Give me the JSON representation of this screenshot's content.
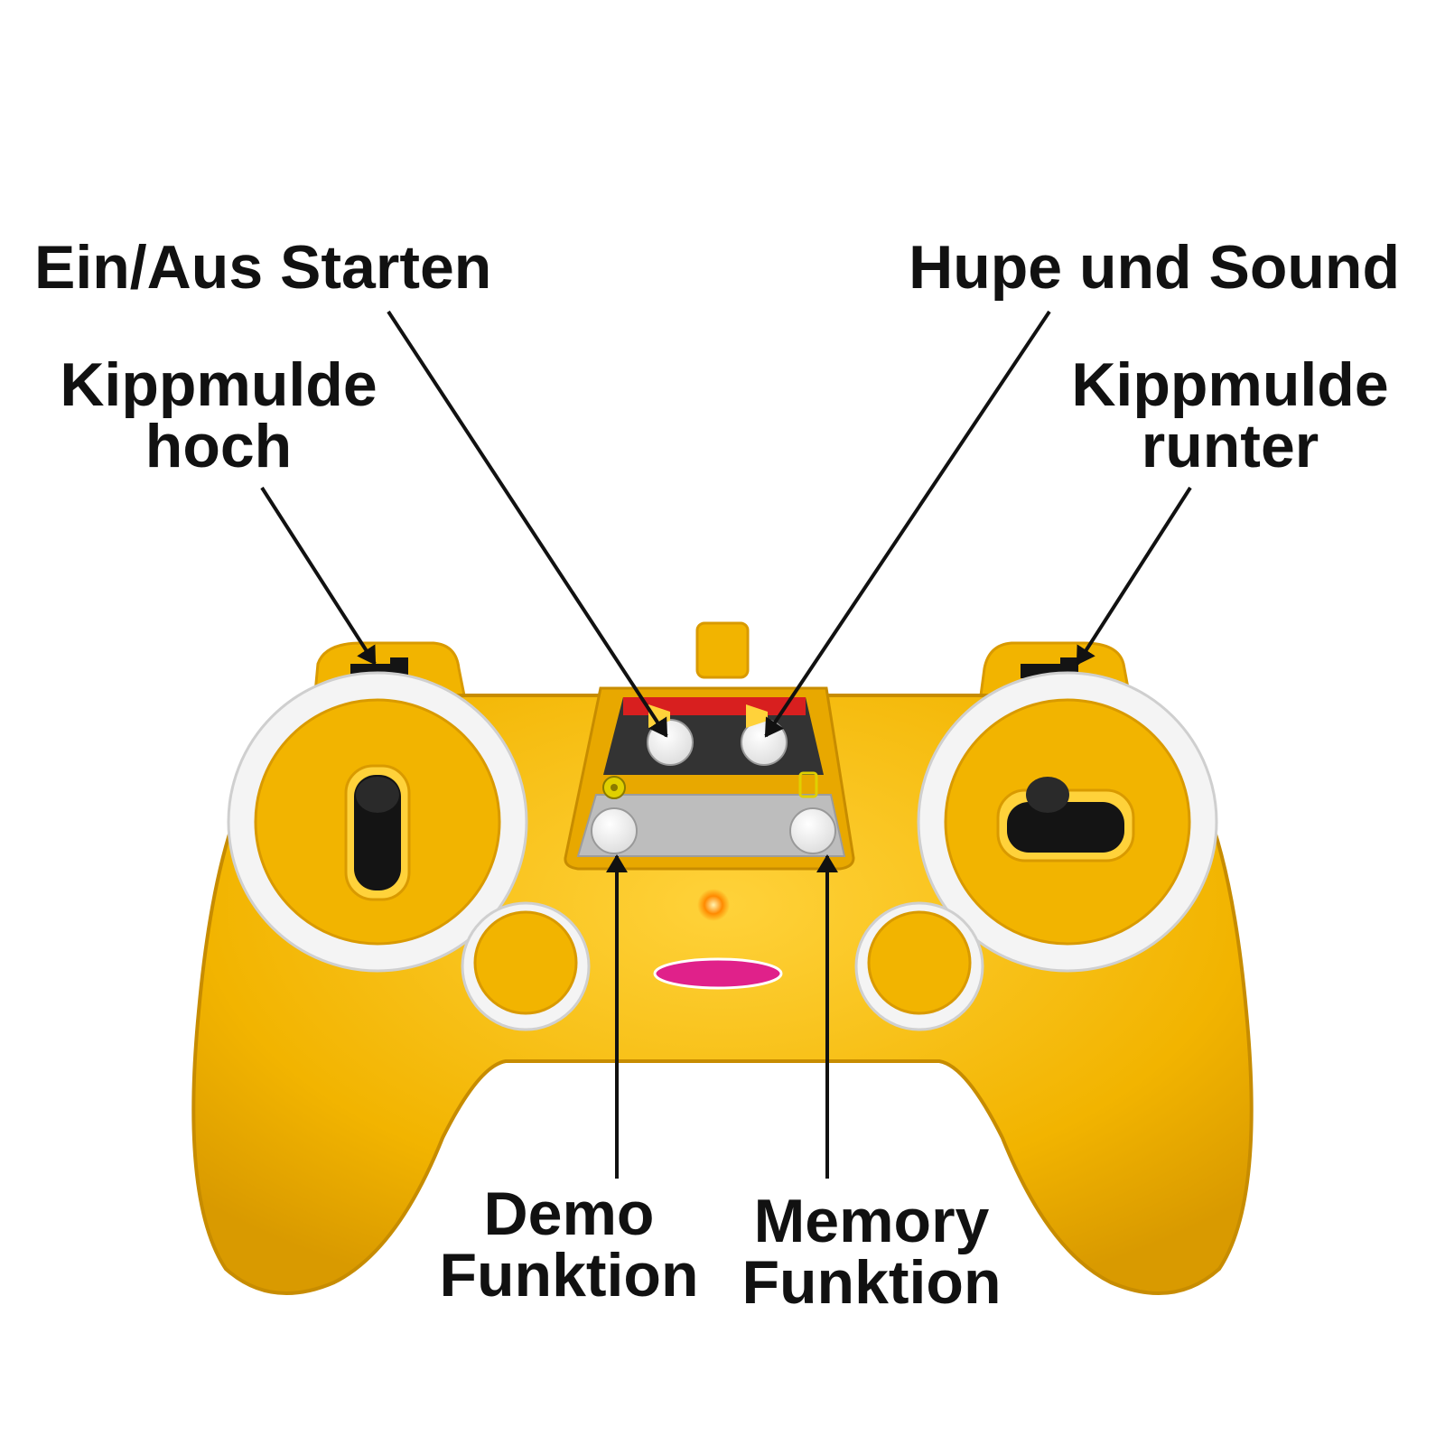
{
  "labels": {
    "power_start": "Ein/Aus Starten",
    "horn_sound": "Hupe und Sound",
    "dump_up_line1": "Kippmulde",
    "dump_up_line2": "hoch",
    "dump_down_line1": "Kippmulde",
    "dump_down_line2": "runter",
    "demo_line1": "Demo",
    "demo_line2": "Funktion",
    "memory_line1": "Memory",
    "memory_line2": "Funktion"
  },
  "colors": {
    "body": "#f2b400",
    "body_dark": "#d99a00",
    "body_light": "#ffd23a",
    "ring": "#f4f4f4",
    "stick": "#141414",
    "arrow": "#111111",
    "panel_gray": "#bdbdbd",
    "led": "#ff8a00",
    "logo_fill": "#e0218a"
  },
  "icons": {
    "left_trigger": "dump-truck-icon",
    "right_trigger": "dump-truck-icon",
    "power_button": "horn-icon",
    "sound_button": "horn-icon",
    "demo_button": "gear-icon",
    "memory_button": "memory-icon"
  }
}
